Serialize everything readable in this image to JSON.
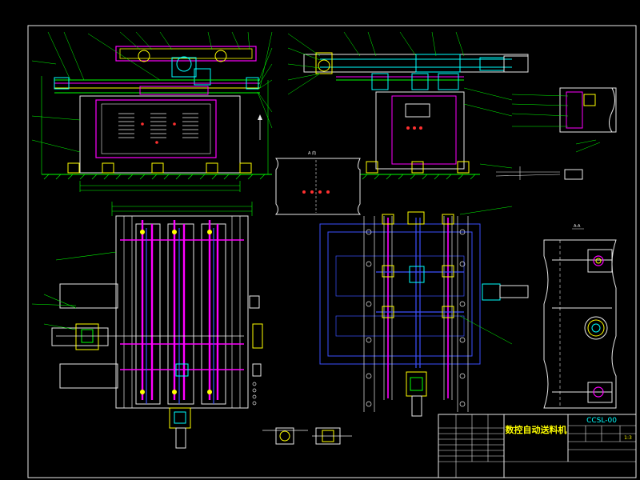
{
  "drawing": {
    "title_block": {
      "title": "数控自动送料机",
      "drawing_no": "CCSL-00",
      "scale": "1:3"
    },
    "section_label": "A-A",
    "detail_label": "A 向",
    "colors": {
      "background": "#000000",
      "frame": "#ffffff",
      "green": "#00ff00",
      "magenta": "#ff00ff",
      "cyan": "#00ffff",
      "yellow": "#ffff00",
      "red": "#ff3030",
      "blue": "#3c50ff",
      "white": "#e8e8e8"
    }
  }
}
